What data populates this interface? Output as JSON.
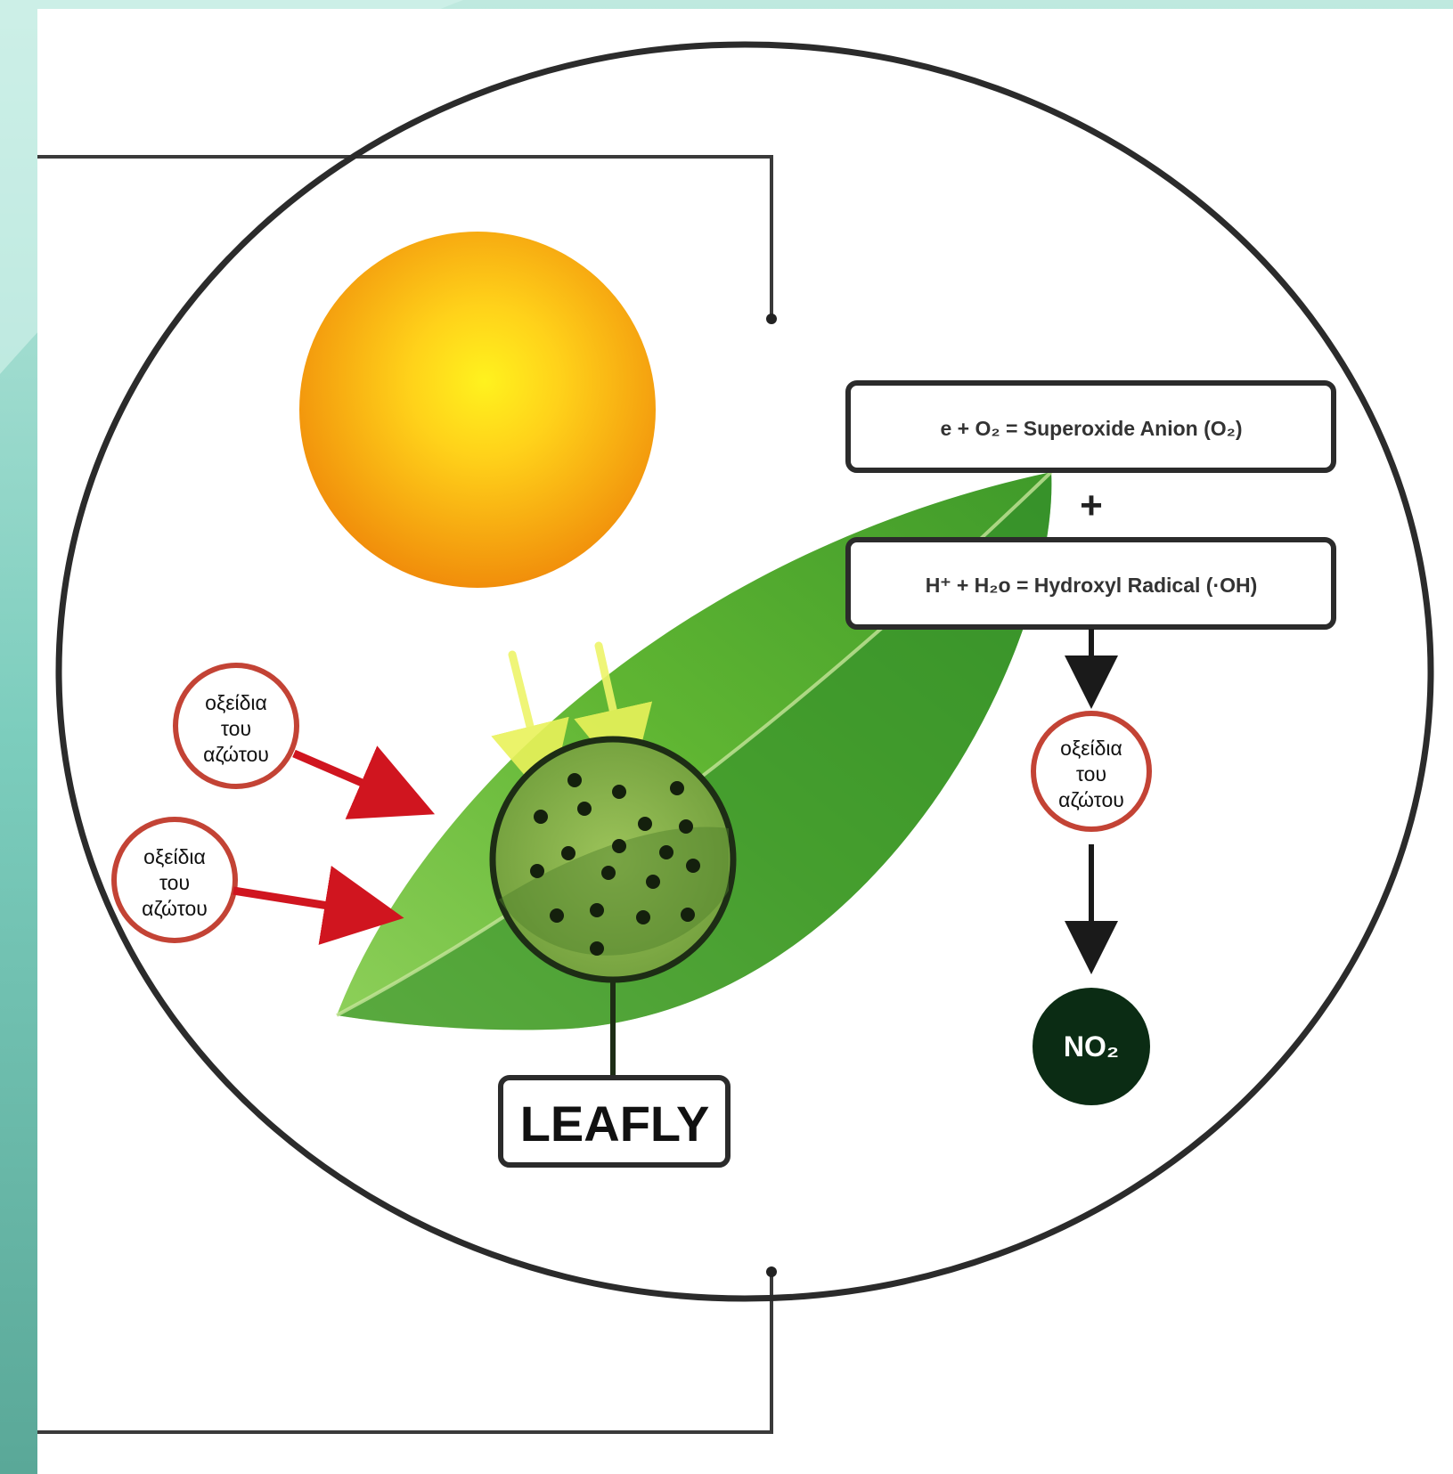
{
  "colors": {
    "teal_light": "#bfe9df",
    "teal_mid": "#7ccdbd",
    "teal_dark": "#5aa898",
    "outline": "#2b2b2b",
    "sun_core": "#ffd21a",
    "sun_edge": "#f08a0a",
    "leaf_light": "#6dbf3a",
    "leaf_dark": "#2f8a2a",
    "pollutant_ring": "#c0392b",
    "arrow_red": "#d0151f",
    "light_ray": "#eef56a",
    "no2_fill": "#0b2c14",
    "no2_text": "#ffffff"
  },
  "pollutant_labels": [
    {
      "line1": "οξείδια",
      "line2": "του",
      "line3": "αζώτου"
    },
    {
      "line1": "οξείδια",
      "line2": "του",
      "line3": "αζώτου"
    },
    {
      "line1": "οξείδια",
      "line2": "του",
      "line3": "αζώτου"
    }
  ],
  "reactions": {
    "superoxide": "e + O₂ = Superoxide Anion (O₂)",
    "plus": "+",
    "hydroxyl": "H⁺ + H₂o = Hydroxyl Radical (·OH)"
  },
  "leafly_label": "LEAFLY",
  "product_label": "NO₂"
}
